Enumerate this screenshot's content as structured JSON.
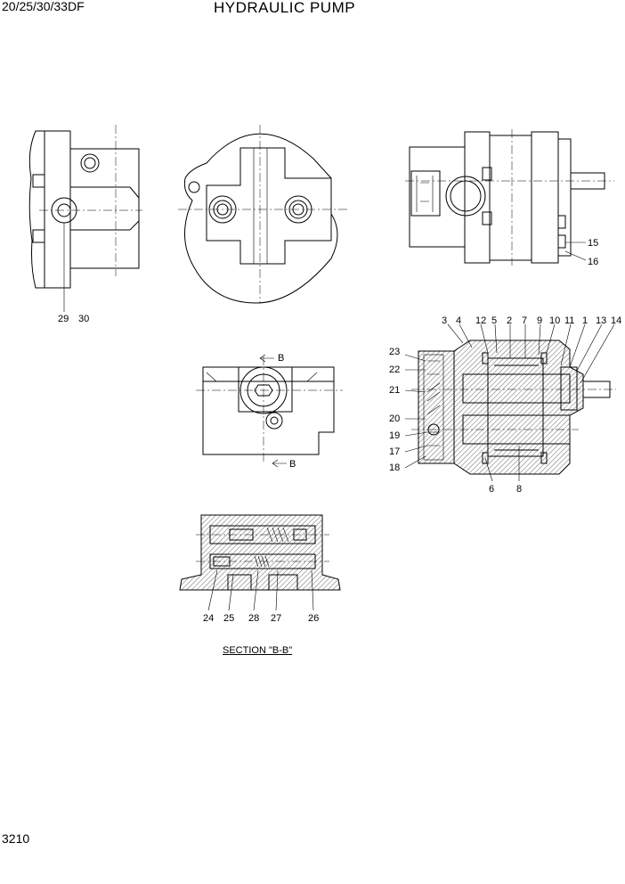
{
  "header": {
    "model": "20/25/30/33DF",
    "title": "HYDRAULIC PUMP"
  },
  "footer": {
    "page_number": "3210"
  },
  "section_label": "SECTION \"B-B\"",
  "section_marks": [
    "B",
    "B"
  ],
  "part_numbers": {
    "side_view": [
      "29",
      "30"
    ],
    "rear_view": [
      "15",
      "16"
    ],
    "cross_section_top": [
      "3",
      "4",
      "12",
      "5",
      "2",
      "7",
      "9",
      "10",
      "11",
      "1",
      "13",
      "14"
    ],
    "cross_section_left": [
      "23",
      "22",
      "21",
      "20",
      "19",
      "17",
      "18"
    ],
    "cross_section_bottom": [
      "6",
      "8"
    ],
    "section_bb": [
      "24",
      "25",
      "28",
      "27",
      "26"
    ]
  }
}
